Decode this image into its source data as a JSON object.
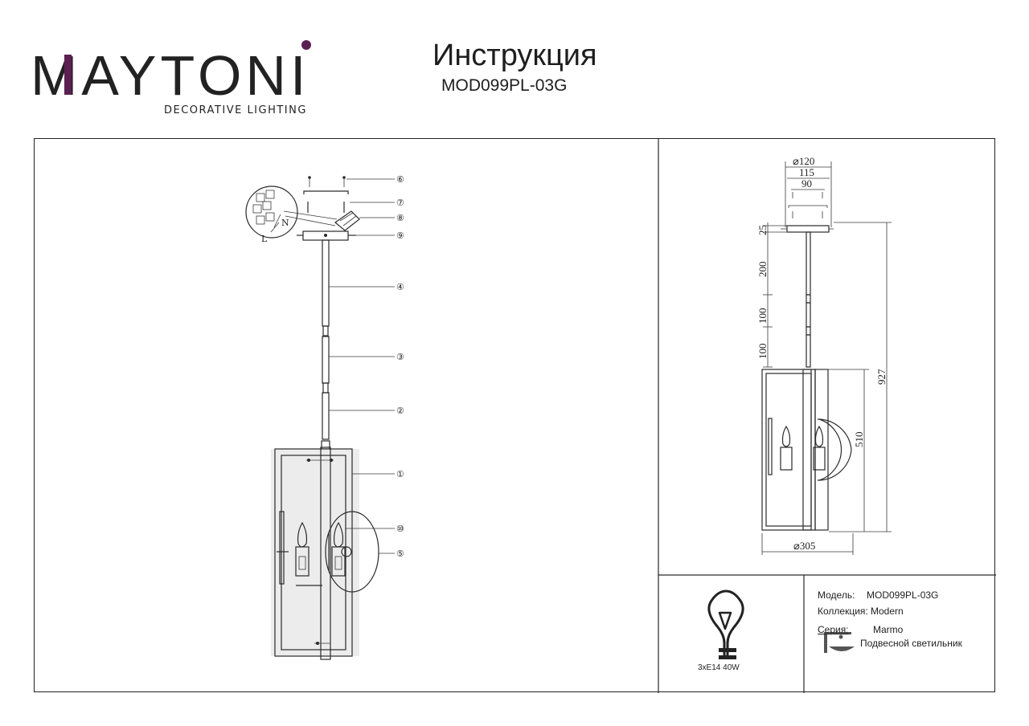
{
  "brand": {
    "name": "MAYTONI",
    "tagline": "DECORATIVE LIGHTING",
    "accent_color": "#5b1f52"
  },
  "header": {
    "title": "Инструкция",
    "model": "MOD099PL-03G"
  },
  "assembly": {
    "callouts": [
      "⑥",
      "⑦",
      "⑧",
      "⑨",
      "④",
      "③",
      "②",
      "①",
      "⑩",
      "⑤"
    ],
    "wire_labels": [
      "N",
      "L"
    ]
  },
  "dimensions": {
    "canopy_diameter": "⌀120",
    "canopy_width": "115",
    "mount_spacing": "90",
    "canopy_height": "25",
    "rod_1": "200",
    "rod_2": "100",
    "rod_3": "100",
    "total_height": "927",
    "body_height": "510",
    "body_diameter": "⌀305"
  },
  "spec": {
    "bulb_icon": "light-bulb-icon",
    "power": "3xE14 40W",
    "model_label": "Модель:",
    "model_value": "MOD099PL-03G",
    "collection_label": "Коллекция:",
    "collection_value": "Modern",
    "series_label": "Серия:",
    "series_value": "Marmo",
    "type_icon": "pendant-lamp-icon",
    "type_value": "Подвесной светильник"
  }
}
